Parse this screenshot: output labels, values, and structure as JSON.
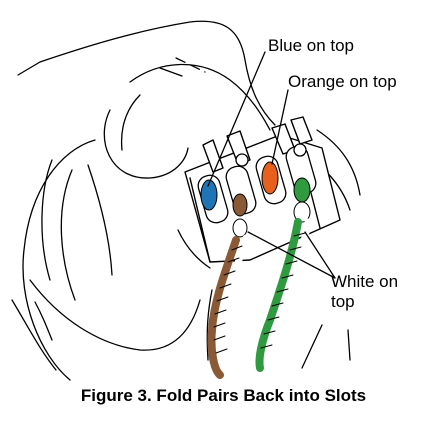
{
  "callouts": {
    "blue": "Blue on top",
    "orange": "Orange on top",
    "white": "White on top"
  },
  "caption": "Figure 3.  Fold Pairs Back into Slots",
  "colors": {
    "blue_wire": "#1f74b5",
    "orange_wire": "#e8601e",
    "green_wire": "#2f9a3f",
    "brown_wire": "#8a5a36",
    "line": "#000000"
  }
}
